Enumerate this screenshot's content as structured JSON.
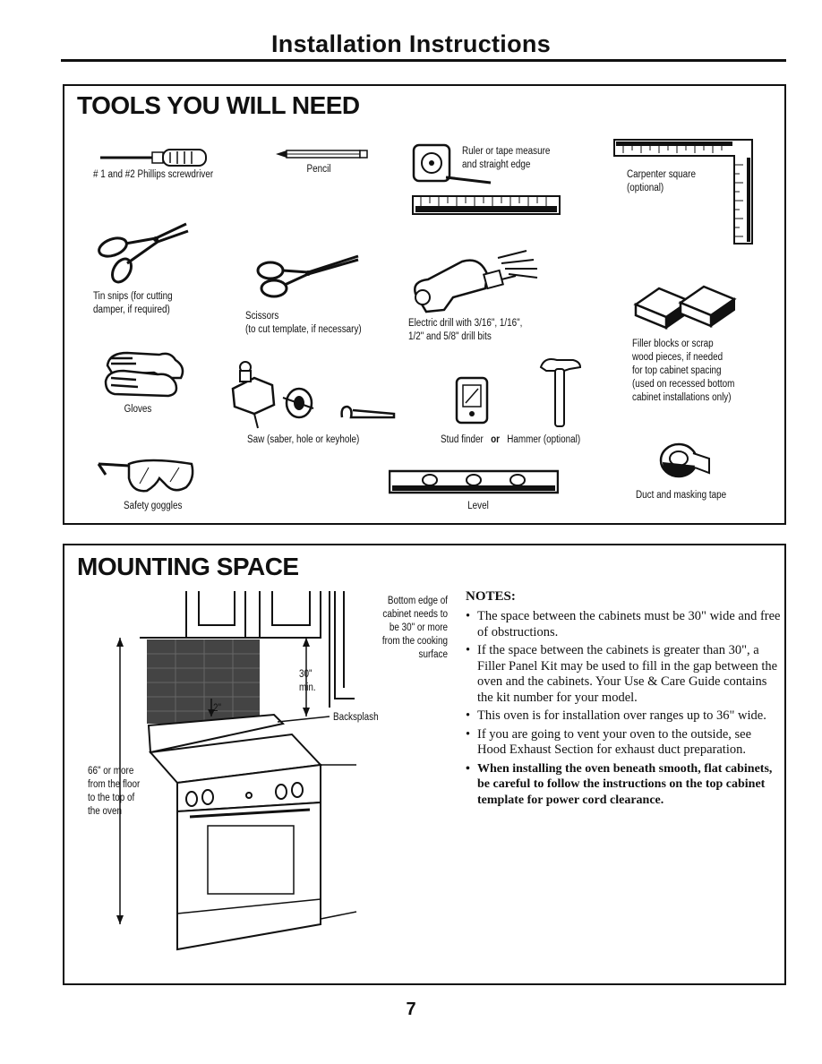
{
  "page": {
    "title": "Installation Instructions",
    "page_number": "7"
  },
  "tools": {
    "heading": "TOOLS YOU WILL NEED",
    "items": {
      "screwdriver": "# 1 and #2 Phillips screwdriver",
      "pencil": "Pencil",
      "ruler_line1": "Ruler or tape measure",
      "ruler_line2": "and straight edge",
      "square_line1": "Carpenter square",
      "square_line2": "(optional)",
      "tin_snips_line1": "Tin snips (for cutting",
      "tin_snips_line2": "damper, if required)",
      "scissors_line1": "Scissors",
      "scissors_line2": "(to cut template, if necessary)",
      "drill_line1": "Electric drill with 3/16\", 1/16\",",
      "drill_line2": "1/2\" and 5/8\" drill bits",
      "filler_line1": "Filler blocks or scrap",
      "filler_line2": "wood pieces, if needed",
      "filler_line3": "for top cabinet spacing",
      "filler_line4": "(used on recessed bottom",
      "filler_line5": "cabinet installations only)",
      "gloves": "Gloves",
      "saw": "Saw (saber, hole or keyhole)",
      "stud_finder": "Stud finder",
      "or_word": "or",
      "hammer": "Hammer (optional)",
      "goggles": "Safety goggles",
      "level": "Level",
      "tape": "Duct and masking tape"
    }
  },
  "mounting": {
    "heading": "MOUNTING SPACE",
    "diagram": {
      "cabinet_label_1": "Bottom edge of",
      "cabinet_label_2": "cabinet needs to",
      "cabinet_label_3": "be 30\" or more",
      "cabinet_label_4": "from the cooking",
      "cabinet_label_5": "surface",
      "min_label_1": "30\"",
      "min_label_2": "min.",
      "two_inch": "2\"",
      "backsplash": "Backsplash",
      "floor_label_1": "66\" or more",
      "floor_label_2": "from the floor",
      "floor_label_3": "to the top of",
      "floor_label_4": "the oven"
    },
    "notes_heading": "NOTES:",
    "notes": [
      "The space between the cabinets must be 30\" wide and free of obstructions.",
      "If the space between the cabinets is greater than 30\", a Filler Panel Kit may be used to fill in the gap between the oven and the cabinets. Your Use & Care Guide contains the kit number for your model.",
      "This oven is for installation over ranges up to 36\" wide.",
      "If you are going to vent your oven to the outside, see Hood Exhaust Section for exhaust duct preparation.",
      "When installing the oven beneath smooth, flat cabinets, be careful to follow the instructions on the top cabinet template for power cord clearance."
    ]
  }
}
